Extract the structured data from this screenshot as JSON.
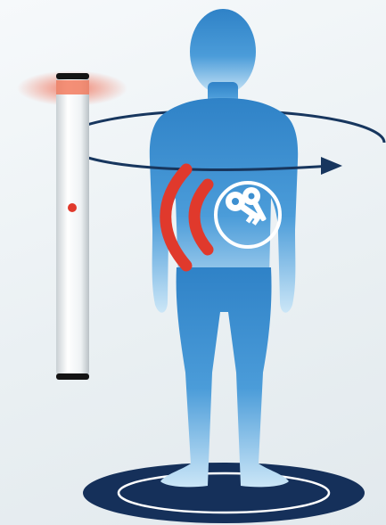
{
  "illustration": {
    "subject": "person-silhouette",
    "detector": "handheld-metal-detector-wand",
    "detected_item": "keys-icon",
    "motion": "circular-scan-arrow",
    "base": "floor-platform"
  },
  "colors": {
    "background": "#eef3f6",
    "person_top": "#2f82c7",
    "person_mid": "#4b9cd9",
    "person_bottom": "#bfe0f5",
    "signal": "#e0392c",
    "wand_body": "#e9eef1",
    "wand_cap": "#141414",
    "wand_light": "#f05a3c",
    "orbit": "#17365e",
    "platform": "#15305a",
    "icon_stroke": "#ffffff"
  },
  "icons": [
    "keys-icon",
    "signal-waves-icon",
    "orbit-arrow-icon",
    "wand-light-icon"
  ]
}
